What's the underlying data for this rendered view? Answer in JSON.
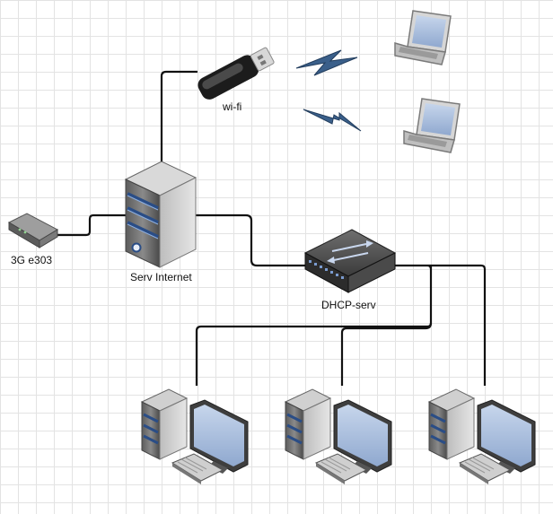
{
  "nodes": {
    "wifi": {
      "label": "wi-fi"
    },
    "modem": {
      "label": "3G e303"
    },
    "server": {
      "label": "Serv Internet"
    },
    "switch": {
      "label": "DHCP-serv"
    }
  }
}
